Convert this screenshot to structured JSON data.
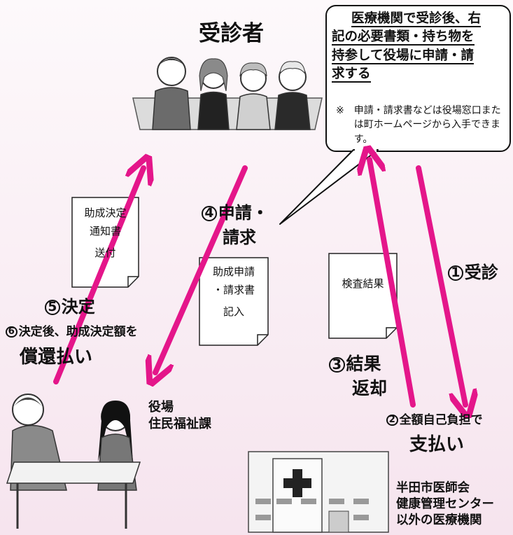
{
  "patients_label": "受診者",
  "callout": {
    "main_line1": "医療機関で受診後、右",
    "main_line2": "記の必要書類・持ち物を",
    "main_line3": "持参して役場に申請・請",
    "main_line4": "求する",
    "note_mark": "※",
    "note_text": "申請・請求書などは役場窓口または町ホームページから入手できます。"
  },
  "doc_notice": {
    "line1": "助成決定",
    "line2": "通知書",
    "line3": "送付"
  },
  "doc_application": {
    "line1": "助成申請",
    "line2": "・請求書",
    "line3": "記入"
  },
  "doc_results": {
    "line1": "検査結果"
  },
  "steps": {
    "s1": {
      "num": "1",
      "label": "受診"
    },
    "s2": {
      "num": "2",
      "label1": "全額自己負担で",
      "label2": "支払い"
    },
    "s3": {
      "num": "3",
      "label1": "結果",
      "label2": "返却"
    },
    "s4": {
      "num": "4",
      "label1": "申請・",
      "label2": "請求"
    },
    "s5": {
      "num": "5",
      "label": "決定"
    },
    "s6": {
      "num": "6",
      "label1": "決定後、助成決定額を",
      "label2": "償還払い"
    }
  },
  "office_label": {
    "line1": "役場",
    "line2": "住民福祉課"
  },
  "hospital_label": {
    "line1": "半田市医師会",
    "line2": "健康管理センター",
    "line3": "以外の医療機関"
  },
  "colors": {
    "arrow": "#e4168a",
    "background_top": "#fdf9fb",
    "background_bottom": "#f6e4ee"
  }
}
